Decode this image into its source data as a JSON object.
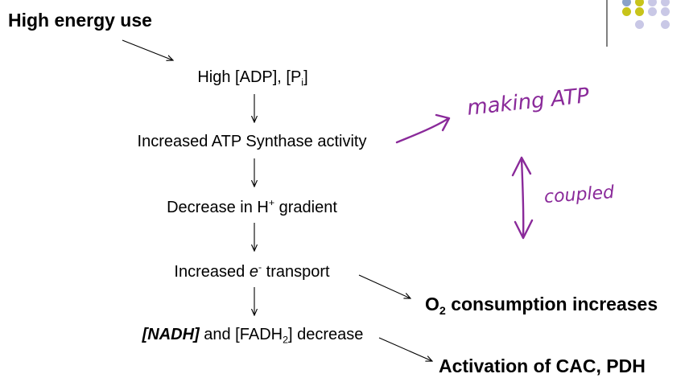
{
  "title": "High energy use",
  "steps": {
    "s1": {
      "prefix": "High [ADP], [P",
      "sub": "i",
      "suffix": "]"
    },
    "s2": {
      "text": "Increased ATP Synthase activity"
    },
    "s3": {
      "prefix": "Decrease in H",
      "sup": "+",
      "suffix": " gradient"
    },
    "s4": {
      "prefix": "Increased ",
      "e": "e",
      "sup": "-",
      "suffix": " transport"
    },
    "s5": {
      "nadh": "[NADH]",
      "mid": " and [FADH",
      "sub": "2",
      "suffix": "] decrease"
    }
  },
  "outcomes": {
    "o2": {
      "o": "O",
      "sub": "2",
      "text": " consumption increases"
    },
    "cac": {
      "text": "Activation of CAC, PDH"
    }
  },
  "annotations": {
    "making": "making ATP",
    "coupled": "coupled"
  },
  "colors": {
    "ink": "#000000",
    "annotation": "#8a2a9a",
    "dot_yellow": "#c8c41a",
    "dot_lavender": "#c9c8e6",
    "dot_blue": "#8aa2c8"
  }
}
